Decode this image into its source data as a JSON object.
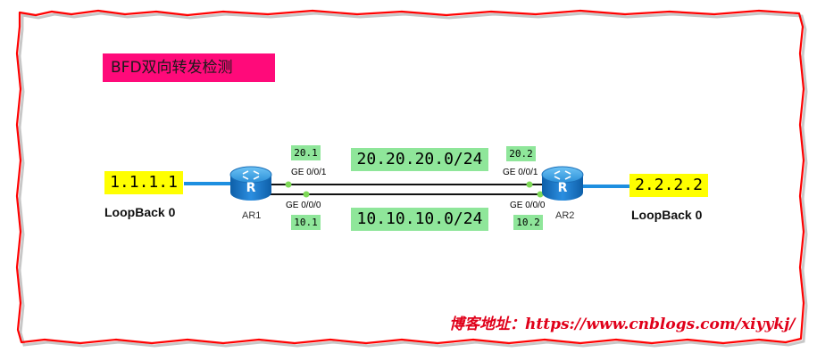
{
  "title": "BFD双向转发检测",
  "ar1": {
    "name": "AR1",
    "loopback_ip": "1.1.1.1",
    "loopback_label": "LoopBack 0",
    "port_top": "GE 0/0/1",
    "port_bottom": "GE 0/0/0",
    "ip_top": "20.1",
    "ip_bottom": "10.1"
  },
  "ar2": {
    "name": "AR2",
    "loopback_ip": "2.2.2.2",
    "loopback_label": "LoopBack 0",
    "port_top": "GE 0/0/1",
    "port_bottom": "GE 0/0/0",
    "ip_top": "20.2",
    "ip_bottom": "10.2"
  },
  "networks": {
    "top": "20.20.20.0/24",
    "bottom": "10.10.10.0/24"
  },
  "footer": "博客地址：https://www.cnblogs.com/xiyykj/",
  "router_icon": "router-icon",
  "colors": {
    "border": "#ff0000",
    "title_bg": "#ff0a7a",
    "loopback_bg": "#ffff00",
    "network_bg": "#8fe69a",
    "loopback_link": "#1e8fe0",
    "router_body": "#1a7fd0",
    "port_dot": "#7ed957",
    "footer_text": "#e0001a"
  }
}
